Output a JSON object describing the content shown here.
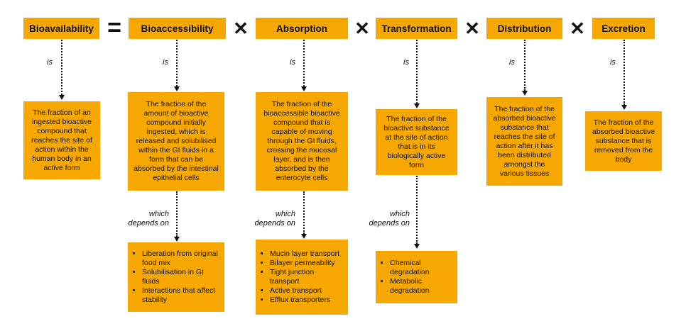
{
  "colors": {
    "box": "#F7A800",
    "text": "#111111",
    "arrow": "#111111"
  },
  "operators": {
    "equals": "=",
    "times": "✕"
  },
  "labels": {
    "is": "is",
    "which_depends_on": "which\ndepends on"
  },
  "headers": [
    "Bioavailability",
    "Bioaccessibility",
    "Absorption",
    "Transformation",
    "Distribution",
    "Excretion"
  ],
  "definitions": [
    "The fraction of an ingested bioactive compound that reaches the site of action within the human body in an active form",
    "The fraction of the amount of bioactive compound initially ingested, which is released and solubilised within the GI fluids in a form that can be absorbed by the intestinal epithelial cells",
    "The fraction of the bioaccessible bioactive compound that is capable of moving through the GI fluids, crossing the mucosal layer, and is then absorbed by the enterocyte cells",
    "The fraction of the bioactive substance at the site of action that is in its biologically active form",
    "The fraction of the absorbed bioactive substance that reaches the site of action after it has been distributed amongst the various tissues",
    "The fraction of the absorbed bioactive substance that is removed from the body"
  ],
  "dependencies": {
    "bioaccessibility": [
      "Liberation from original food mix",
      "Solubilisation in GI fluids",
      "Interactions that affect stability"
    ],
    "absorption": [
      "Mucin layer transport",
      "Bilayer permeability",
      "Tight junction transport",
      "Active transport",
      "Efflux transporters"
    ],
    "transformation": [
      "Chemical degradation",
      "Metabolic degradation"
    ]
  }
}
